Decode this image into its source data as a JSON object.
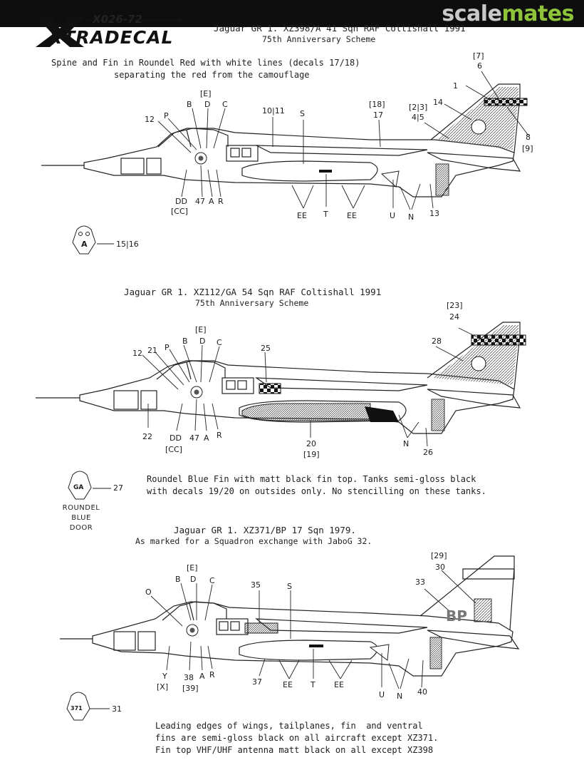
{
  "header": {
    "site_logo_part1": "scale",
    "site_logo_part2": "mates",
    "product_code": "X026-72",
    "brand": "XTRADECAL"
  },
  "scheme1": {
    "title": "Jaguar GR 1. XZ398/A 41 Sqn RAF Coltishall 1991",
    "subtitle": "75th Anniversary Scheme",
    "note_line1": "Spine and Fin in Roundel Red with white lines (decals 17/18)",
    "note_line2": "separating the red from the camouflage",
    "labels": {
      "l7": "[7]",
      "l6": "6",
      "l1": "1",
      "l14": "14",
      "l23": "[2|3]",
      "l45": "4|5",
      "l18": "[18]",
      "l17": "17",
      "l1011": "10|11",
      "lS": "S",
      "lE": "[E]",
      "lB": "B",
      "lD": "D",
      "lC": "C",
      "l12": "12",
      "lP": "P",
      "l8": "8",
      "l9": "[9]",
      "lDD": "DD",
      "l47": "47",
      "lA": "A",
      "lR": "R",
      "lCC": "[CC]",
      "lEE1": "EE",
      "lT": "T",
      "lEE2": "EE",
      "lU": "U",
      "lN": "N",
      "l13": "13",
      "l1516": "15|16",
      "door_letter": "A"
    }
  },
  "scheme2": {
    "title": "Jaguar GR 1. XZ112/GA 54 Sqn RAF Coltishall 1991",
    "subtitle": "75th Anniversary Scheme",
    "note_line1": "Roundel Blue Fin with matt black fin top. Tanks semi-gloss black",
    "note_line2": "with decals 19/20 on outsides only. No stencilling on these tanks.",
    "labels": {
      "l23": "[23]",
      "l24": "24",
      "l28": "28",
      "l25": "25",
      "lE": "[E]",
      "lB": "B",
      "lD": "D",
      "lC": "C",
      "l12": "12",
      "l21": "21",
      "lP": "P",
      "l22": "22",
      "lDD": "DD",
      "l47": "47",
      "lA": "A",
      "lR": "R",
      "lCC": "[CC]",
      "l20": "20",
      "l19": "[19]",
      "lN": "N",
      "l26": "26",
      "l27": "27",
      "door_letter": "GA",
      "door_caption_1": "ROUNDEL",
      "door_caption_2": "BLUE",
      "door_caption_3": "DOOR"
    }
  },
  "scheme3": {
    "title": "Jaguar GR 1. XZ371/BP 17 Sqn 1979.",
    "subtitle": "As marked for a Squadron exchange with JaboG 32.",
    "note_line1": "Leading edges of wings, tailplanes, fin  and ventral",
    "note_line2": "fins are semi-gloss black on all aircraft except XZ371.",
    "note_line3": "Fin top VHF/UHF antenna matt black on all except XZ398",
    "labels": {
      "l29": "[29]",
      "l30": "30",
      "l33": "33",
      "l35": "35",
      "lS": "S",
      "lE": "[E]",
      "lB": "B",
      "lD": "D",
      "lC": "C",
      "lO": "O",
      "lY": "Y",
      "lX": "[X]",
      "l38": "38",
      "lA": "A",
      "lR": "R",
      "l39": "[39]",
      "l37": "37",
      "lEE1": "EE",
      "lT": "T",
      "lEE2": "EE",
      "lU": "U",
      "lN": "N",
      "l40": "40",
      "l31": "31",
      "fin_code": "BP",
      "door_letter": "371"
    }
  }
}
